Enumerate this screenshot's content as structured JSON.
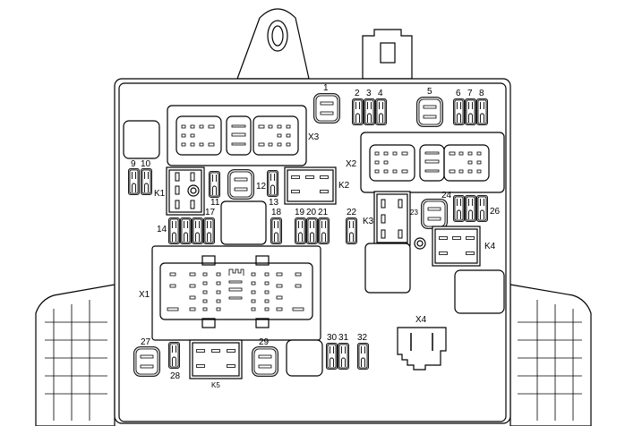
{
  "diagram": {
    "title": "Fuse and relay box component layout",
    "connectors": {
      "x1": "X1",
      "x2": "X2",
      "x3": "X3",
      "x4": "X4"
    },
    "relays": {
      "k1": "K1",
      "k2": "K2",
      "k3": "K3",
      "k4": "K4",
      "k5": "K5"
    },
    "fuses": {
      "f1": "1",
      "f2": "2",
      "f3": "3",
      "f4": "4",
      "f5": "5",
      "f6": "6",
      "f7": "7",
      "f8": "8",
      "f9": "9",
      "f10": "10",
      "f11": "11",
      "f12": "12",
      "f13": "13",
      "f14": "14",
      "f17": "17",
      "f18": "18",
      "f19": "19",
      "f20": "20",
      "f21": "21",
      "f22": "22",
      "f23": "23",
      "f24": "24",
      "f26": "26",
      "f27": "27",
      "f28": "28",
      "f29": "29",
      "f30": "30",
      "f31": "31",
      "f32": "32"
    }
  }
}
